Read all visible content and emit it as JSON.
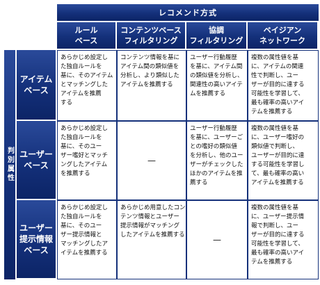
{
  "header": {
    "title": "レコメンド方式"
  },
  "columns": [
    [
      "ルール",
      "ベース"
    ],
    [
      "コンテンツベース",
      "フィルタリング"
    ],
    [
      "協調",
      "フィルタリング"
    ],
    [
      "ベイジアン",
      "ネットワーク"
    ]
  ],
  "side_label": "判別属性",
  "rows": [
    {
      "label": [
        "アイテム",
        "ベース"
      ],
      "cells": [
        [
          "あらかじめ設定し",
          "た独自ルールを",
          "基に、そのアイテム",
          "とマッチングした",
          "アイテムを推薦",
          "する"
        ],
        [
          "コンテンツ情報を基に",
          "アイテム間の類似値を",
          "分析し、より類似した",
          "アイテムを推薦する"
        ],
        [
          "ユーザー行動履歴",
          "を基に、アイテム間",
          "の類似値を分析し、",
          "関連性の高いアイテ",
          "ムを推薦する"
        ],
        [
          "複数の属性値を基",
          "に、アイテムの関連",
          "性で判断し、ユー",
          "ザーが目的に達する",
          "可能性を学習して、",
          "最も確率の高いアイ",
          "テムを推薦する"
        ]
      ]
    },
    {
      "label": [
        "ユーザー",
        "ベース"
      ],
      "cells": [
        [
          "あらかじめ設定し",
          "た独自ルールを",
          "基に、そのユー",
          "ザー嗜好とマッチ",
          "ングしたアイテム",
          "を推薦する"
        ],
        [
          "—"
        ],
        [
          "ユーザー行動履歴",
          "を基に、ユーザーご",
          "との嗜好の類似値",
          "を分析し、他のユー",
          "ザーがチェックした",
          "ほかのアイテムを推",
          "薦する"
        ],
        [
          "複数の属性値を基",
          "に、ユーザー嗜好の",
          "類似値で判断し、",
          "ユーザーが目的に達",
          "する可能性を学習し",
          "て、最も確率の高い",
          "アイテムを推薦する"
        ]
      ]
    },
    {
      "label": [
        "ユーザー",
        "提示情報",
        "ベース"
      ],
      "cells": [
        [
          "あらかじめ設定し",
          "た独自ルールを",
          "基に、そのユー",
          "ザー提示情報と",
          "マッチングしたア",
          "イテムを推薦する"
        ],
        [
          "あらかじめ用意したコン",
          "テンツ情報とユーザー",
          "提示情報がマッチング",
          "したアイテムを推薦する"
        ],
        [
          "—"
        ],
        [
          "複数の属性値を基",
          "に、ユーザー提示情",
          "報で判断し、ユー",
          "ザーが目的に達する",
          "可能性を学習して、",
          "最も確率の高いアイ",
          "テムを推薦する"
        ]
      ]
    }
  ]
}
